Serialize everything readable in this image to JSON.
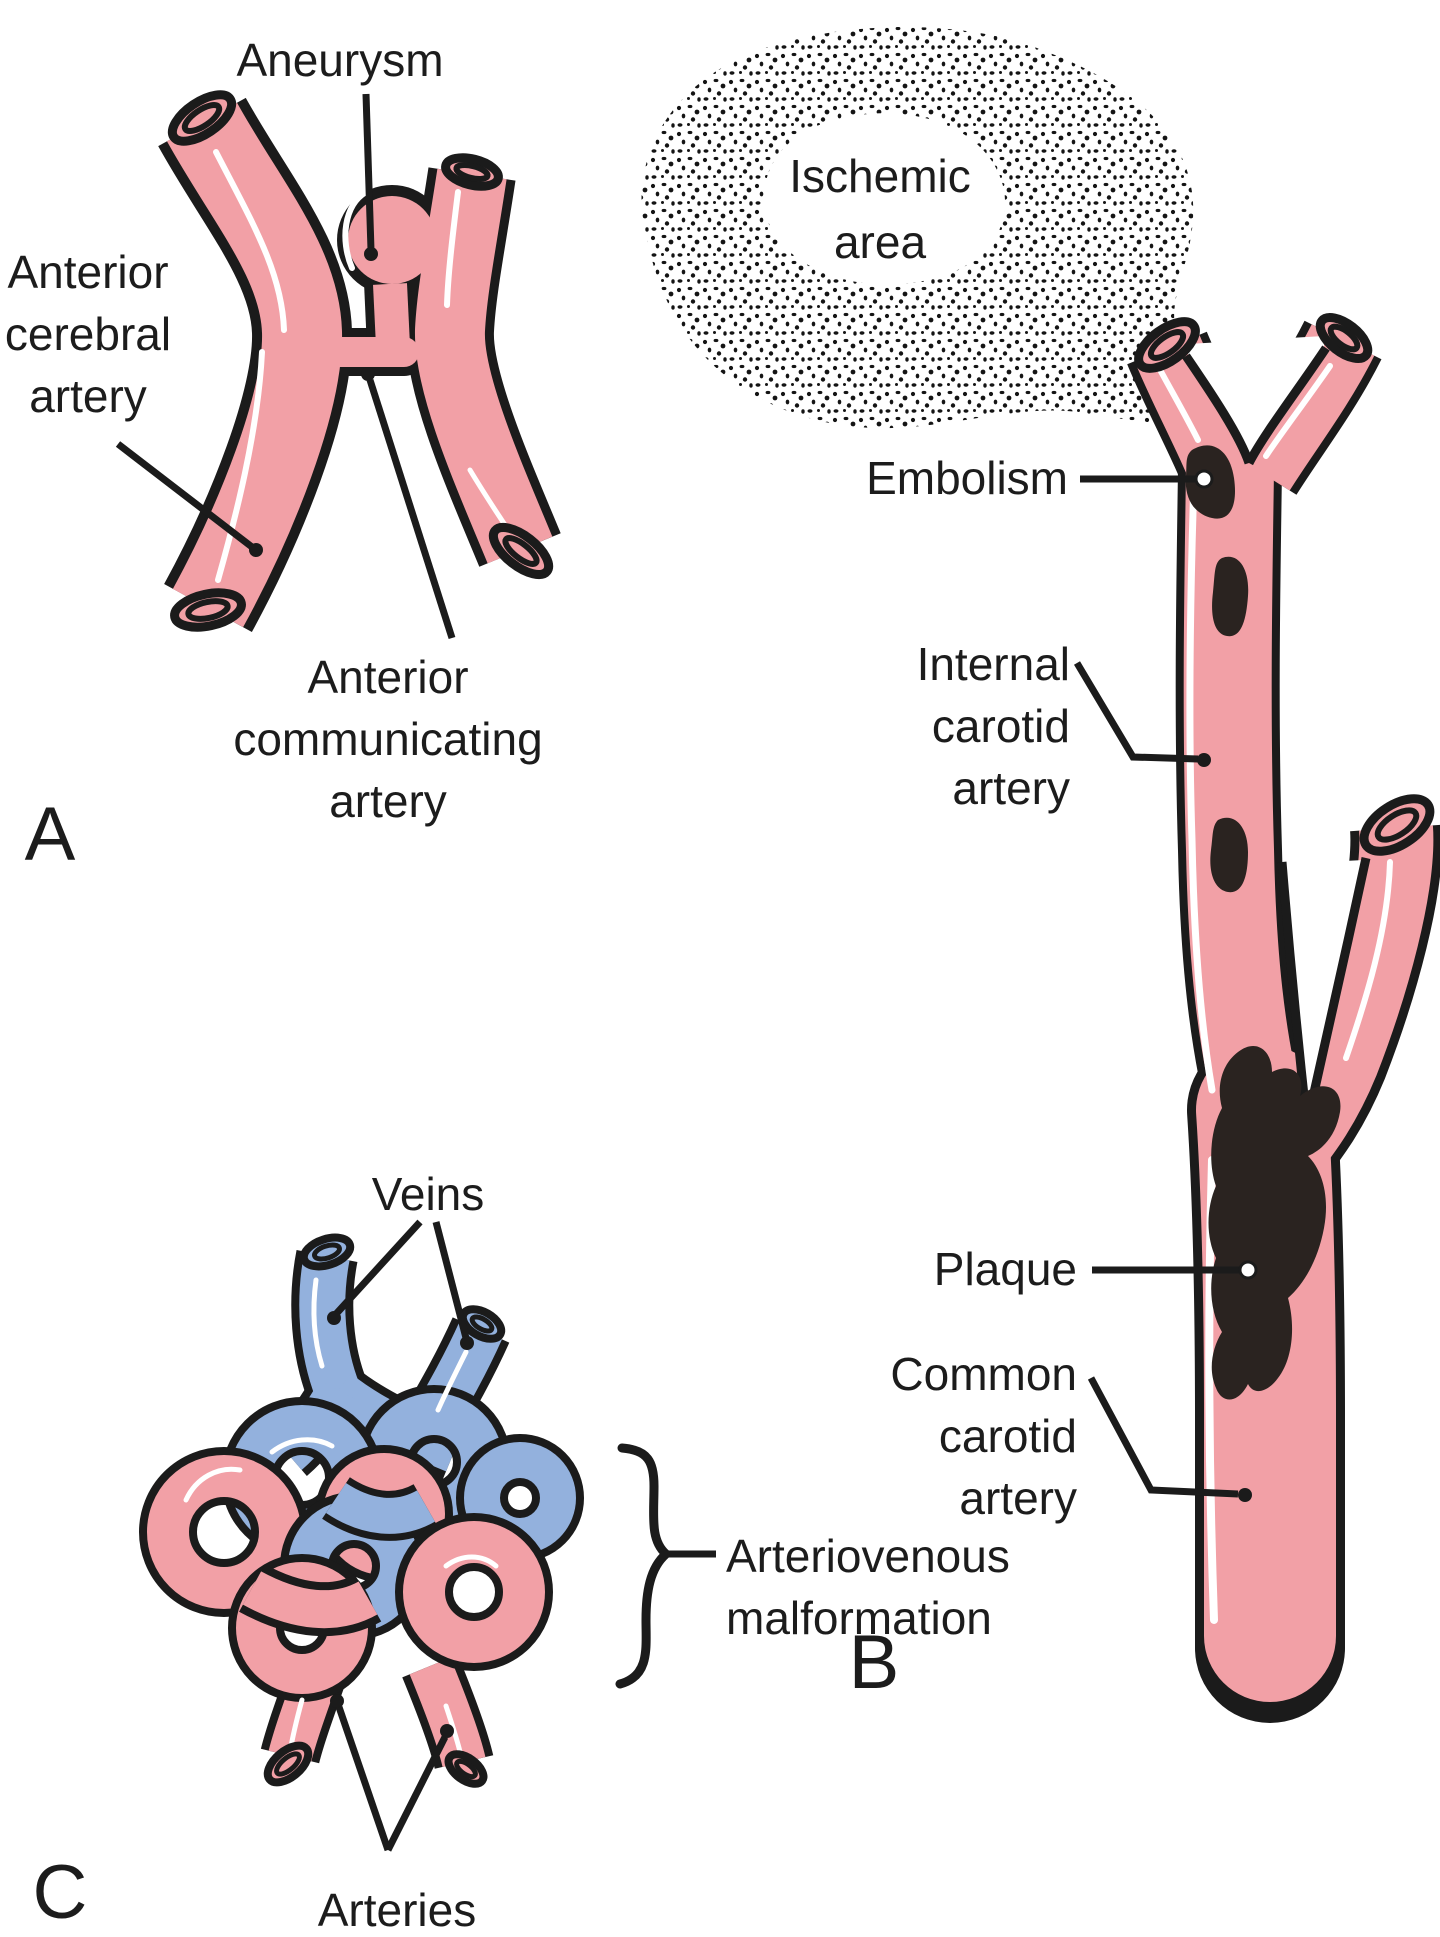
{
  "figure_type": "medical-illustration",
  "labels": {
    "aneurysm": "Aneurysm",
    "anterior_cerebral": [
      "Anterior",
      "cerebral",
      "artery"
    ],
    "anterior_communicating": [
      "Anterior",
      "communicating",
      "artery"
    ],
    "panel_a": "A",
    "ischemic_area": [
      "Ischemic",
      "area"
    ],
    "embolism": "Embolism",
    "internal_carotid": [
      "Internal",
      "carotid",
      "artery"
    ],
    "plaque": "Plaque",
    "common_carotid": [
      "Common",
      "carotid",
      "artery"
    ],
    "panel_b": "B",
    "veins": "Veins",
    "arteriovenous_malformation": [
      "Arteriovenous",
      "malformation"
    ],
    "arteries": "Arteries",
    "panel_c": "C"
  },
  "colors": {
    "artery_pink": "#F2A0A6",
    "vein_blue": "#93B1DD",
    "outline": "#1B1B1B",
    "clot": "#2A2320",
    "highlight": "#FFFFFF",
    "text": "#1C1C1C",
    "bg": "#FFFFFF"
  }
}
